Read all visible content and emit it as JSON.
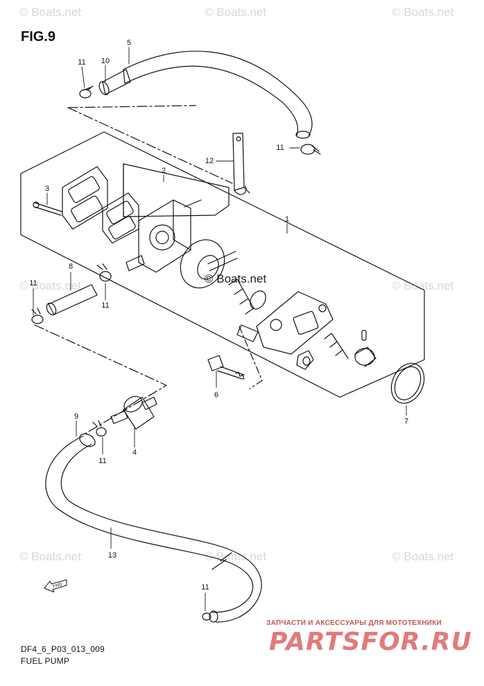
{
  "figure": {
    "title": "FIG.9",
    "code": "DF4_6_P03_013_009",
    "caption": "FUEL PUMP"
  },
  "watermark": {
    "text": "© Boats.net",
    "center_text": "© Boats.net"
  },
  "ad": {
    "text": "ЗАПЧАСТИ И АКСЕССУАРЫ ДЛЯ МОТОТЕХНИКИ",
    "logo": "PARTSFOR.RU"
  },
  "fwd_label": "FWD",
  "callouts": {
    "c1": "1",
    "c2": "2",
    "c3": "3",
    "c4": "4",
    "c5": "5",
    "c6": "6",
    "c7": "7",
    "c8": "8",
    "c9": "9",
    "c10": "10",
    "c11a": "11",
    "c11b": "11",
    "c11c": "11",
    "c11d": "11",
    "c11e": "11",
    "c11f": "11",
    "c12": "12",
    "c13": "13"
  },
  "colors": {
    "line": "#111111",
    "watermark": "#d7d7d7",
    "brand_red": "#e37a7a"
  }
}
